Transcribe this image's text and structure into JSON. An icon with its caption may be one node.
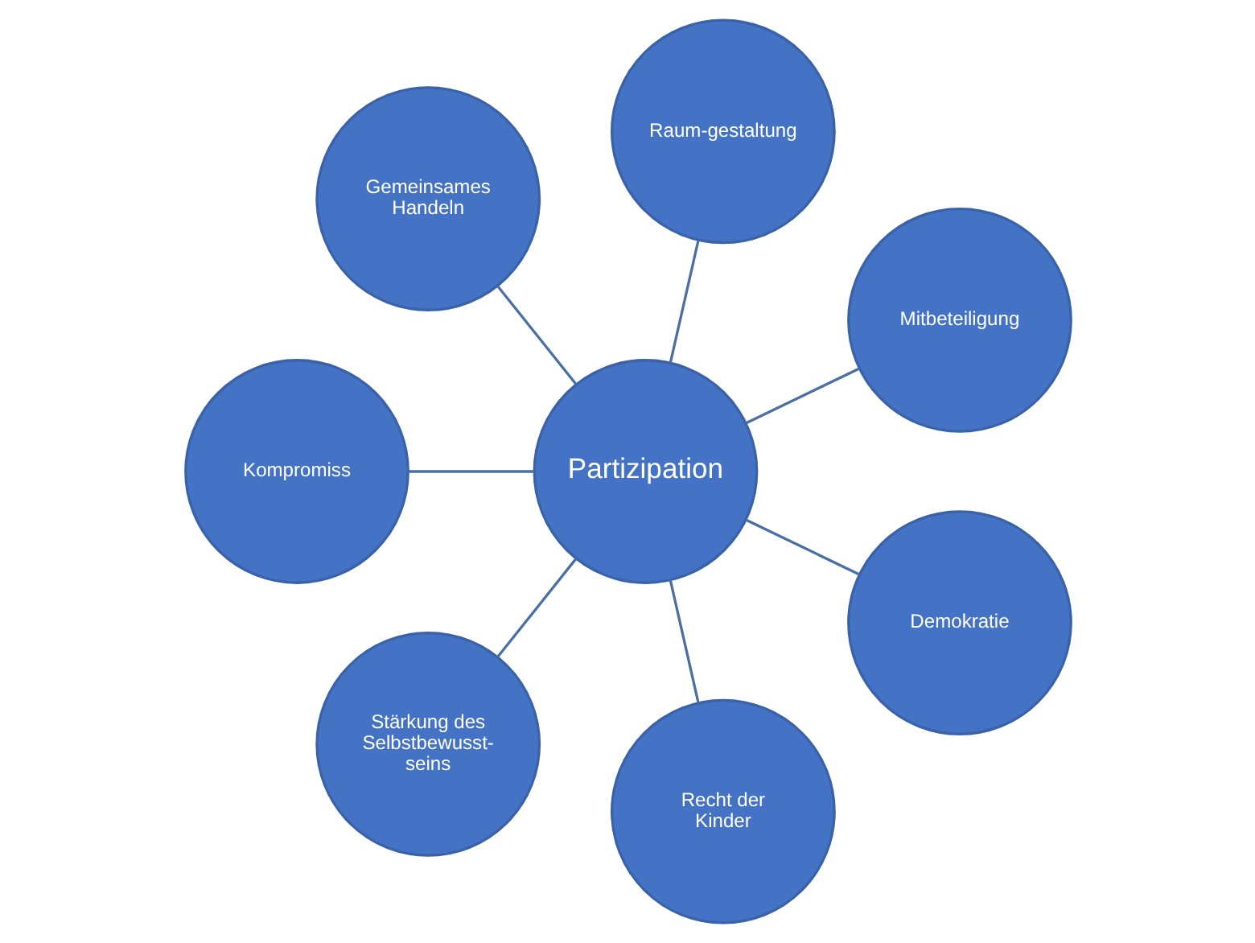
{
  "diagram": {
    "nodes": [
      {
        "text": [
          "Partizipation"
        ]
      },
      {
        "text": [
          "Mitbeteiligung"
        ]
      },
      {
        "text": [
          "Raum-gestaltung"
        ]
      },
      {
        "text": [
          "Gemeinsames Handeln"
        ]
      },
      {
        "text": [
          "Kompromiss"
        ]
      },
      {
        "text": [
          "Stärkung des Selbstbewusst- seins"
        ]
      },
      {
        "text": [
          "Recht der Kinder"
        ]
      },
      {
        "text": [
          "Demokratie"
        ]
      }
    ],
    "edges": [
      {
        "from": 0,
        "to": 1,
        "arrow": "none"
      },
      {
        "from": 0,
        "to": 2,
        "arrow": "none"
      },
      {
        "from": 0,
        "to": 3,
        "arrow": "none"
      },
      {
        "from": 0,
        "to": 4,
        "arrow": "none"
      },
      {
        "from": 0,
        "to": 5,
        "arrow": "none"
      },
      {
        "from": 0,
        "to": 6,
        "arrow": "none"
      },
      {
        "from": 0,
        "to": 7,
        "arrow": "none"
      }
    ]
  }
}
